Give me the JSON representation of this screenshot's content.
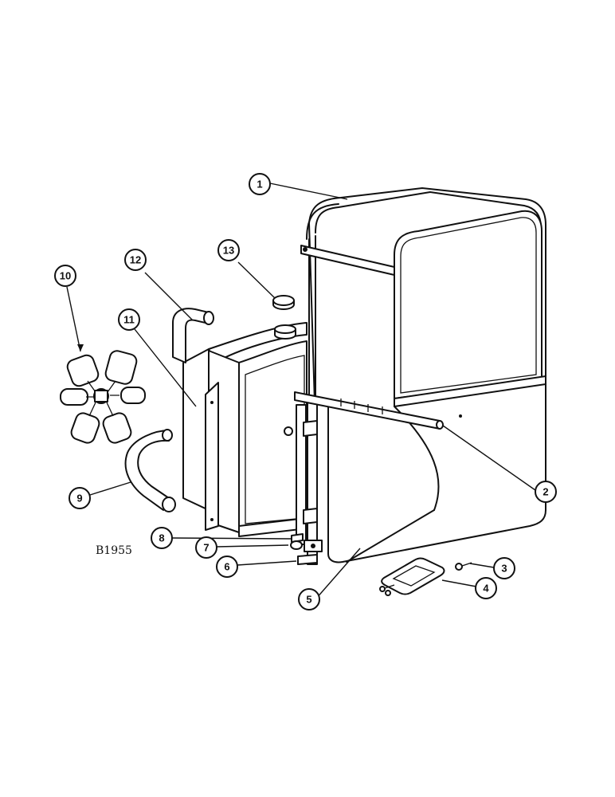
{
  "drawing": {
    "code": "B1955"
  },
  "callouts": [
    {
      "id": "1",
      "label": "1"
    },
    {
      "id": "2",
      "label": "2"
    },
    {
      "id": "3",
      "label": "3"
    },
    {
      "id": "4",
      "label": "4"
    },
    {
      "id": "5",
      "label": "5"
    },
    {
      "id": "6",
      "label": "6"
    },
    {
      "id": "7",
      "label": "7"
    },
    {
      "id": "8",
      "label": "8"
    },
    {
      "id": "9",
      "label": "9"
    },
    {
      "id": "10",
      "label": "10"
    },
    {
      "id": "11",
      "label": "11"
    },
    {
      "id": "12",
      "label": "12"
    },
    {
      "id": "13",
      "label": "13"
    }
  ]
}
